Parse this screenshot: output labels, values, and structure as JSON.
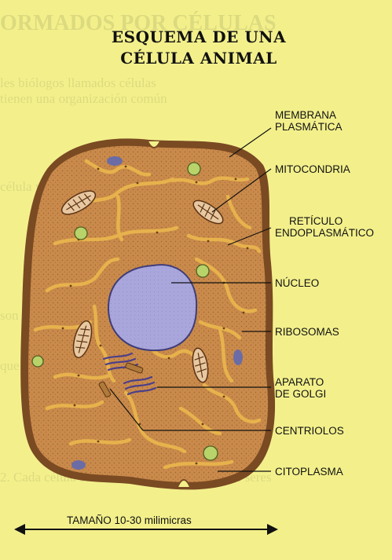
{
  "title": {
    "line1": "ESQUEMA DE UNA",
    "line2": "CÉLULA ANIMAL"
  },
  "labels": {
    "membrana_line1": "MEMBRANA",
    "membrana_line2": "PLASMÁTICA",
    "mitocondria": "MITOCONDRIA",
    "reticulo_line1": "RETÍCULO",
    "reticulo_line2": "ENDOPLASMÁTICO",
    "nucleo": "NÚCLEO",
    "ribosomas": "RIBOSOMAS",
    "golgi_line1": "APARATO",
    "golgi_line2": "DE GOLGI",
    "centriolos": "CENTRIOLOS",
    "citoplasma": "CITOPLASMA"
  },
  "size_label": "TAMAÑO 10-30 milimicras",
  "colors": {
    "page_background": "#f3f08c",
    "cell_membrane": "#7a4a22",
    "cytoplasm": "#c98a4b",
    "nucleus": "#a9a6dc",
    "reticulum": "#e7b24c",
    "vacuole_green": "#b8d36a",
    "vacuole_blue": "#6b6ca6"
  }
}
